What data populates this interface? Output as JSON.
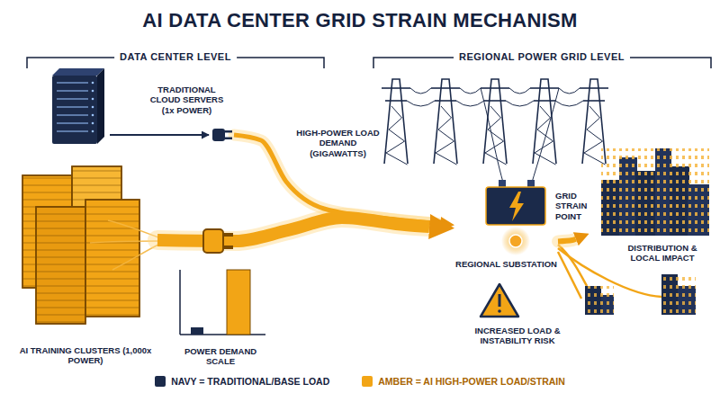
{
  "diagram": {
    "title": "AI DATA CENTER GRID STRAIN MECHANISM",
    "nodes": [
      {
        "text": [
          "TRADITIONAL CLOUD SERVERS (1x POWER)"
        ]
      },
      {
        "text": [
          "AI TRAINING CLUSTERS (1,000x POWER)"
        ]
      },
      {
        "text": [
          "REGIONAL SUBSTATION"
        ]
      },
      {
        "text": [
          "DISTRIBUTION & LOCAL IMPACT"
        ]
      }
    ],
    "edges": [
      {
        "from": 0,
        "to": 2,
        "arrow": "to"
      },
      {
        "from": 1,
        "to": 2,
        "arrow": "to"
      },
      {
        "from": 2,
        "to": 3,
        "arrow": "to"
      }
    ],
    "labels": [
      "DATA CENTER LEVEL",
      "REGIONAL POWER GRID LEVEL",
      "HIGH-POWER LOAD DEMAND (GIGAWATTS)",
      "POWER DEMAND SCALE",
      "GRID STRAIN POINT",
      "INCREASED LOAD & INSTABILITY RISK"
    ],
    "legend": [
      {
        "text": "NAVY = TRADITIONAL/BASE LOAD",
        "color": "#1b2a4a"
      },
      {
        "text": "AMBER = AI HIGH-POWER LOAD/STRAIN",
        "color": "#f2a516"
      }
    ]
  }
}
